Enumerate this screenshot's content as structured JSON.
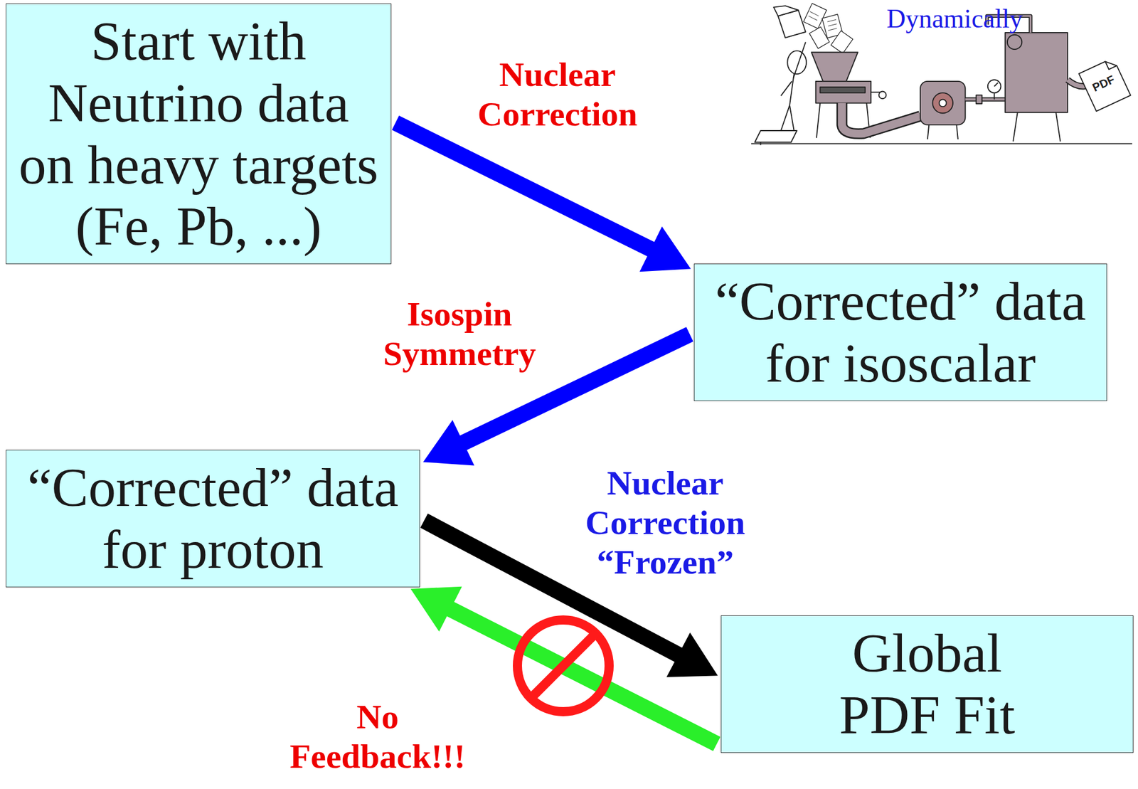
{
  "diagram": {
    "nodes": [
      {
        "text": [
          "Start with Neutrino data on heavy targets (Fe, Pb, ...)"
        ]
      },
      {
        "text": [
          "“Corrected” data for isoscalar"
        ]
      },
      {
        "text": [
          "“Corrected” data for proton"
        ]
      },
      {
        "text": [
          "Global PDF Fit"
        ]
      }
    ],
    "edges": [
      {
        "from": 0,
        "to": 1,
        "arrow": "to",
        "label": "Nuclear Correction"
      },
      {
        "from": 1,
        "to": 2,
        "arrow": "to",
        "label": "Isospin Symmetry"
      },
      {
        "from": 2,
        "to": 3,
        "arrow": "to",
        "label": "Nuclear Correction “Frozen”"
      },
      {
        "from": 3,
        "to": 2,
        "arrow": "to",
        "label": "No Feedback!!!"
      }
    ],
    "labels": [
      "Dynamically",
      "PDF"
    ]
  }
}
